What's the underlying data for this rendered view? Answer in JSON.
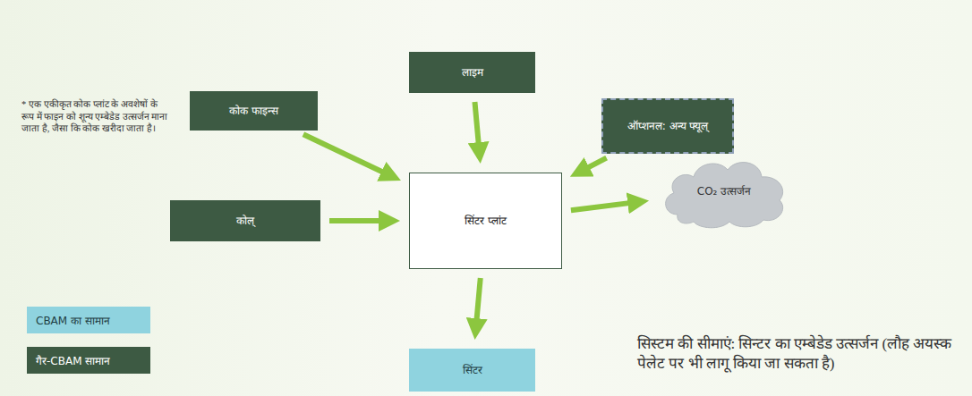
{
  "diagram": {
    "nodes": [
      {
        "text": [
          "लाइम"
        ]
      },
      {
        "text": [
          "कोक फाइन्स"
        ]
      },
      {
        "text": [
          "ऑप्शनल: अन्य फ्यूल्"
        ]
      },
      {
        "text": [
          "कोल्"
        ]
      },
      {
        "text": [
          "सिंटर प्लांट"
        ]
      },
      {
        "text": [
          "CO₂ उत्सर्जन"
        ]
      },
      {
        "text": [
          "सिंटर"
        ]
      }
    ],
    "edges": [
      {
        "from": 1,
        "to": 4,
        "arrow": "to"
      },
      {
        "from": 0,
        "to": 4,
        "arrow": "to"
      },
      {
        "from": 2,
        "to": 4,
        "arrow": "to"
      },
      {
        "from": 3,
        "to": 4,
        "arrow": "to"
      },
      {
        "from": 4,
        "to": 5,
        "arrow": "to"
      },
      {
        "from": 4,
        "to": 6,
        "arrow": "to"
      }
    ],
    "labels": [
      "* एक एकीकृत कोक प्लांट के अवशेषों के रूप में फाइन को शून्य एम्बेडेड उत्सर्जन माना जाता है, जैसा कि कोक खरीदा जाता है।",
      "सिस्टम की सीमाएं: सिन्टर का एम्बेडेड उत्सर्जन (लौह अयस्क पेलेट पर भी लागू किया जा सकता है)"
    ],
    "legend": [
      {
        "text": "CBAM का सामान",
        "color": "#8fd3df"
      },
      {
        "text": "गैर-CBAM सामान",
        "color": "#3d5a43"
      }
    ]
  }
}
